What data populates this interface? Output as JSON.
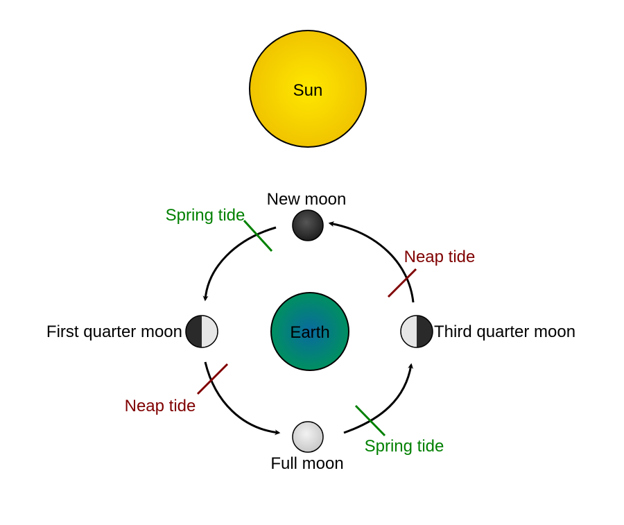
{
  "sun": {
    "label": "Sun"
  },
  "earth": {
    "label": "Earth"
  },
  "moons": {
    "new": {
      "label": "New moon"
    },
    "first_quarter": {
      "label": "First quarter moon"
    },
    "full": {
      "label": "Full moon"
    },
    "third_quarter": {
      "label": "Third quarter moon"
    }
  },
  "tides": {
    "spring_top": {
      "label": "Spring tide"
    },
    "neap_right": {
      "label": "Neap tide"
    },
    "neap_left": {
      "label": "Neap tide"
    },
    "spring_bottom": {
      "label": "Spring tide"
    }
  },
  "colors": {
    "spring": "#008000",
    "neap": "#800000",
    "sun_fill": "#f5d000",
    "earth_fill": "#008a6a",
    "moon_dark": "#333333",
    "moon_light": "#dddddd"
  }
}
